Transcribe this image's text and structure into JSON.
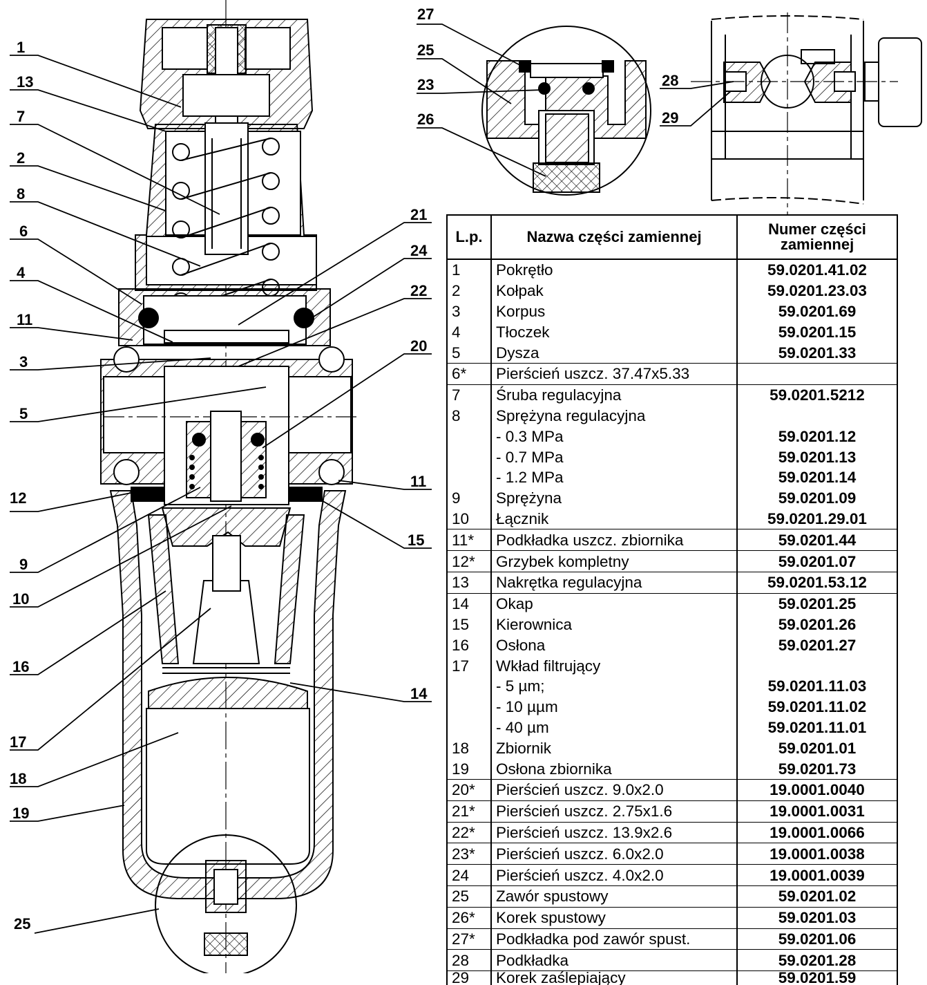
{
  "callouts": {
    "left": [
      "1",
      "13",
      "7",
      "2",
      "8",
      "6",
      "4",
      "11",
      "3",
      "5",
      "12",
      "9",
      "10",
      "16",
      "17",
      "18",
      "19",
      "25"
    ],
    "right": [
      "21",
      "24",
      "22",
      "20",
      "11",
      "15",
      "14"
    ],
    "detail_drain": [
      "27",
      "25",
      "23",
      "26"
    ],
    "detail_plug": [
      "28",
      "29"
    ]
  },
  "table": {
    "headers": [
      "L.p.",
      "Nazwa części zamiennej",
      "Numer części zamiennej"
    ],
    "rows": [
      {
        "lp": "1",
        "name": "Pokrętło",
        "num": "59.0201.41.02",
        "sep": false
      },
      {
        "lp": "2",
        "name": "Kołpak",
        "num": "59.0201.23.03",
        "sep": false
      },
      {
        "lp": "3",
        "name": "Korpus",
        "num": "59.0201.69",
        "sep": false
      },
      {
        "lp": "4",
        "name": "Tłoczek",
        "num": "59.0201.15",
        "sep": false
      },
      {
        "lp": "5",
        "name": "Dysza",
        "num": "59.0201.33",
        "sep": false
      },
      {
        "lp": "6*",
        "name": "Pierścień uszcz. 37.47x5.33",
        "num": "",
        "sep": true
      },
      {
        "lp": "7",
        "name": "Śruba regulacyjna",
        "num": "59.0201.5212",
        "sep": true
      },
      {
        "lp": "8",
        "name": "Sprężyna regulacyjna",
        "num": "",
        "sep": false
      },
      {
        "lp": "",
        "name": "- 0.3 MPa",
        "num": "59.0201.12",
        "sep": false
      },
      {
        "lp": "",
        "name": "- 0.7 MPa",
        "num": "59.0201.13",
        "sep": false
      },
      {
        "lp": "",
        "name": "- 1.2 MPa",
        "num": "59.0201.14",
        "sep": false
      },
      {
        "lp": "9",
        "name": "Sprężyna",
        "num": "59.0201.09",
        "sep": false
      },
      {
        "lp": "10",
        "name": "Łącznik",
        "num": "59.0201.29.01",
        "sep": false
      },
      {
        "lp": "11*",
        "name": "Podkładka uszcz. zbiornika",
        "num": "59.0201.44",
        "sep": true
      },
      {
        "lp": "12*",
        "name": "Grzybek kompletny",
        "num": "59.0201.07",
        "sep": true
      },
      {
        "lp": "13",
        "name": "Nakrętka regulacyjna",
        "num": "59.0201.53.12",
        "sep": true
      },
      {
        "lp": "14",
        "name": "Okap",
        "num": "59.0201.25",
        "sep": true
      },
      {
        "lp": "15",
        "name": "Kierownica",
        "num": "59.0201.26",
        "sep": false
      },
      {
        "lp": "16",
        "name": "Osłona",
        "num": "59.0201.27",
        "sep": false
      },
      {
        "lp": "17",
        "name": "Wkład filtrujący",
        "num": "",
        "sep": false
      },
      {
        "lp": "",
        "name": "- 5 µm;",
        "num": "59.0201.11.03",
        "sep": false
      },
      {
        "lp": "",
        "name": "- 10  µµm",
        "num": "59.0201.11.02",
        "sep": false
      },
      {
        "lp": "",
        "name": "- 40  µm",
        "num": "59.0201.11.01",
        "sep": false
      },
      {
        "lp": "18",
        "name": "Zbiornik",
        "num": "59.0201.01",
        "sep": false
      },
      {
        "lp": "19",
        "name": "Osłona zbiornika",
        "num": "59.0201.73",
        "sep": false
      },
      {
        "lp": "20*",
        "name": "Pierścień uszcz. 9.0x2.0",
        "num": "19.0001.0040",
        "sep": true
      },
      {
        "lp": "21*",
        "name": "Pierścień uszcz. 2.75x1.6",
        "num": "19.0001.0031",
        "sep": true
      },
      {
        "lp": "22*",
        "name": "Pierścień uszcz. 13.9x2.6",
        "num": "19.0001.0066",
        "sep": true
      },
      {
        "lp": "23*",
        "name": "Pierścień uszcz. 6.0x2.0",
        "num": "19.0001.0038",
        "sep": true
      },
      {
        "lp": "24",
        "name": "Pierścień uszcz. 4.0x2.0",
        "num": "19.0001.0039",
        "sep": true
      },
      {
        "lp": "25",
        "name": "Zawór spustowy",
        "num": "59.0201.02",
        "sep": true
      },
      {
        "lp": "26*",
        "name": "Korek spustowy",
        "num": "59.0201.03",
        "sep": true
      },
      {
        "lp": "27*",
        "name": "Podkładka pod zawór spust.",
        "num": "59.0201.06",
        "sep": true
      },
      {
        "lp": "28",
        "name": "Podkładka",
        "num": "59.0201.28",
        "sep": true
      },
      {
        "lp": "29",
        "name": "Korek zaślepiający",
        "num": "59.0201.59",
        "sep": true
      }
    ]
  }
}
